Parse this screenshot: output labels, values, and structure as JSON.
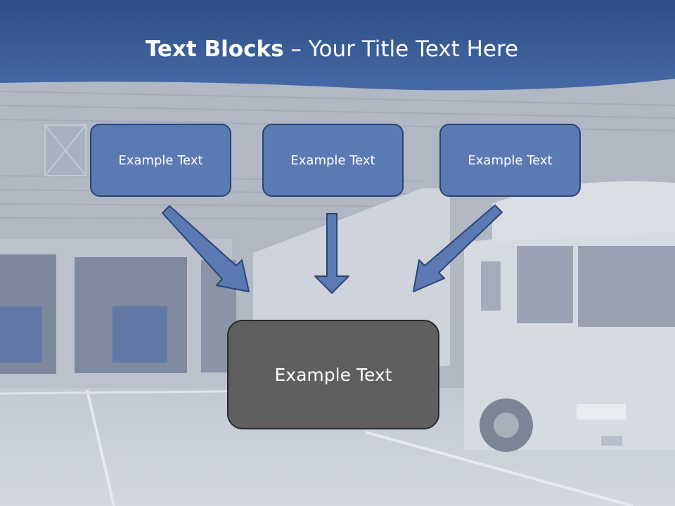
{
  "slide": {
    "title_bold": "Text Blocks",
    "title_dash": " – ",
    "title_rest": "Your Title Text Here"
  },
  "blocks": [
    {
      "label": "Example Text"
    },
    {
      "label": "Example Text"
    },
    {
      "label": "Example Text"
    }
  ],
  "result_block": {
    "label": "Example Text"
  },
  "colors": {
    "header_band": "#3a5a94",
    "block_fill": "#5b7ab3",
    "block_border": "#2c4472",
    "result_fill": "#5f5f5f",
    "arrow_fill": "#5b7ab3"
  }
}
